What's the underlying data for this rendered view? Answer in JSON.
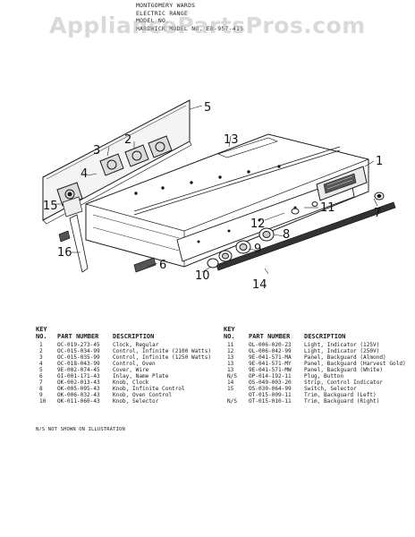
{
  "header": {
    "lines": [
      "MONTGOMERY WARDS",
      "ELECTRIC RANGE",
      "MODEL NO.",
      "",
      "HARDWICK MODEL NO. EB-957-415"
    ]
  },
  "watermark": "AppliancePartsPros.com",
  "callouts": [
    "1",
    "2",
    "3",
    "4",
    "5",
    "6",
    "7",
    "8",
    "9",
    "10",
    "11",
    "12",
    "13",
    "14",
    "15",
    "16"
  ],
  "table": {
    "headers": {
      "key": "KEY\nNO.",
      "part": "PART NUMBER",
      "desc": "DESCRIPTION"
    },
    "left": [
      {
        "key": "1",
        "part": "OC-019-273-45",
        "desc": "Clock, Regular"
      },
      {
        "key": "2",
        "part": "OC-015-034-99",
        "desc": "Control, Infinite (2100 Watts)"
      },
      {
        "key": "3",
        "part": "OC-015-035-99",
        "desc": "Control, Infinite (1250 Watts)"
      },
      {
        "key": "4",
        "part": "OC-018-043-99",
        "desc": "Control, Oven"
      },
      {
        "key": "5",
        "part": "9E-002-074-45",
        "desc": "Cover, Wire"
      },
      {
        "key": "6",
        "part": "OI-001-171-43",
        "desc": "Inlay, Name Plate"
      },
      {
        "key": "7",
        "part": "OK-002-013-43",
        "desc": "Knob, Clock"
      },
      {
        "key": "8",
        "part": "OK-005-095-43",
        "desc": "Knob, Infinite Control"
      },
      {
        "key": "9",
        "part": "OK-006-032-43",
        "desc": "Knob, Oven Control"
      },
      {
        "key": "10",
        "part": "OK-011-060-43",
        "desc": "Knob, Selector"
      }
    ],
    "right": [
      {
        "key": "11",
        "part": "OL-006-020-23",
        "desc": "Light, Indicator (125V)"
      },
      {
        "key": "12",
        "part": "OL-006-042-99",
        "desc": "Light, Indicator (250V)"
      },
      {
        "key": "13",
        "part": "9E-041-571-MA",
        "desc": "Panel, Backguard (Almond)"
      },
      {
        "key": "13",
        "part": "9E-041-571-MY",
        "desc": "Panel, Backguard (Harvest Gold)"
      },
      {
        "key": "13",
        "part": "9E-041-571-MW",
        "desc": "Panel, Backguard (White)"
      },
      {
        "key": "N/S",
        "part": "OP-014-192-11",
        "desc": "Plug, Button"
      },
      {
        "key": "14",
        "part": "OS-049-003-20",
        "desc": "Strip, Control Indicator"
      },
      {
        "key": "15",
        "part": "OS-030-064-99",
        "desc": "Switch, Selector"
      },
      {
        "key": "",
        "part": "OT-015-009-11",
        "desc": "Trim, Backguard (Left)"
      },
      {
        "key": "N/S",
        "part": "OT-015-010-11",
        "desc": "Trim, Backguard (Right)"
      }
    ]
  },
  "footnote": "N/S NOT SHOWN ON ILLUSTRATION"
}
